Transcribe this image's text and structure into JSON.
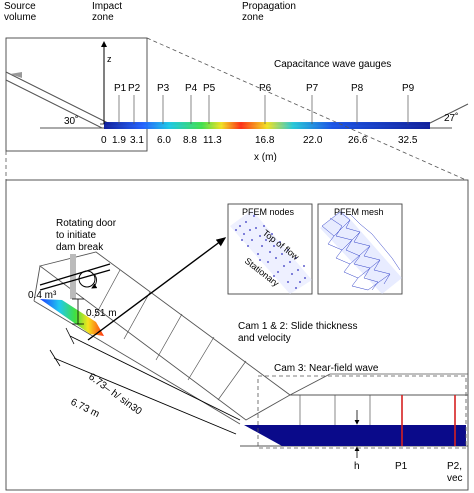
{
  "top": {
    "source_label_l1": "Source",
    "source_label_l2": "volume",
    "impact_label_l1": "Impact",
    "impact_label_l2": "zone",
    "propagation_label_l1": "Propagation",
    "propagation_label_l2": "zone",
    "z_label": "z",
    "gauges_title": "Capacitance wave gauges",
    "gauges": [
      "P1",
      "P2",
      "P3",
      "P4",
      "P5",
      "P6",
      "P7",
      "P8",
      "P9"
    ],
    "x_ticks": [
      "0",
      "1.9",
      "3.1",
      "6.0",
      "8.8",
      "11.3",
      "16.8",
      "22.0",
      "26.6",
      "32.5"
    ],
    "angle_left": "30˚",
    "angle_right": "27˚",
    "x_axis_label": "x (m)"
  },
  "bottom": {
    "door_label_l1": "Rotating door",
    "door_label_l2": "to initiate",
    "door_label_l3": "dam break",
    "volume_label": "0.4 m³",
    "height_label": "0.51 m",
    "pfem_nodes_title": "PFEM nodes",
    "pfem_mesh_title": "PFEM mesh",
    "top_of_flow": "Top of flow",
    "stationary": "Stationary",
    "cam12_l1": "Cam 1 & 2: Slide thickness",
    "cam12_l2": "and velocity",
    "cam3": "Cam 3: Near-field wave",
    "dim_inner": "6.73– h/ sin30",
    "dim_outer": "6.73 m",
    "h_label": "h",
    "p1_label": "P1",
    "p2_label_l1": "P2,",
    "p2_label_l2": "vec"
  },
  "colors": {
    "water": "#0a0a8a",
    "gauge_red": "#d62020",
    "dashed": "#555555"
  }
}
